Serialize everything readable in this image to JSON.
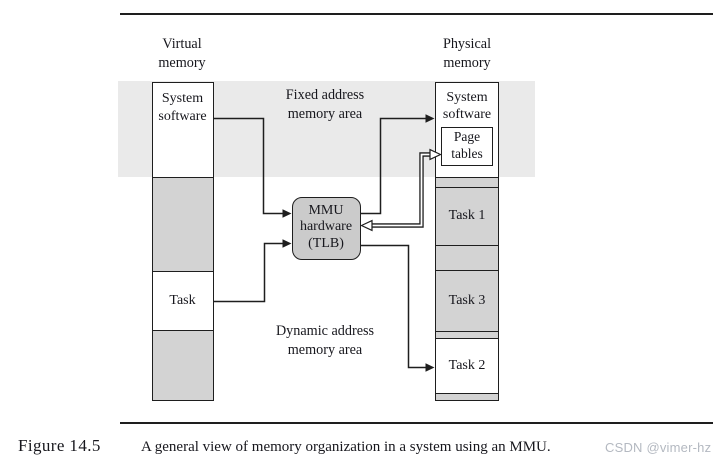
{
  "figure": {
    "headers": {
      "virtual": [
        "Virtual",
        "memory"
      ],
      "physical": [
        "Physical",
        "memory"
      ]
    },
    "area_labels": {
      "fixed": [
        "Fixed address",
        "memory area"
      ],
      "dynamic": [
        "Dynamic address",
        "memory area"
      ]
    },
    "virtual_column": {
      "system_software": [
        "System",
        "software"
      ],
      "task": "Task"
    },
    "physical_column": {
      "system_software": [
        "System",
        "software"
      ],
      "page_tables": [
        "Page",
        "tables"
      ],
      "task1": "Task 1",
      "task3": "Task 3",
      "task2": "Task 2"
    },
    "mmu": [
      "MMU",
      "hardware",
      "(TLB)"
    ]
  },
  "caption": {
    "label": "Figure 14.5",
    "text": "A general view of memory organization in a system using an MMU."
  },
  "watermark": "CSDN @vimer-hz",
  "colors": {
    "band": "#eaeaea",
    "segment_gray": "#d3d3d3",
    "mmu_fill": "#cbcbcb",
    "line": "#1e1e1e",
    "watermark": "#b4b9c1"
  }
}
